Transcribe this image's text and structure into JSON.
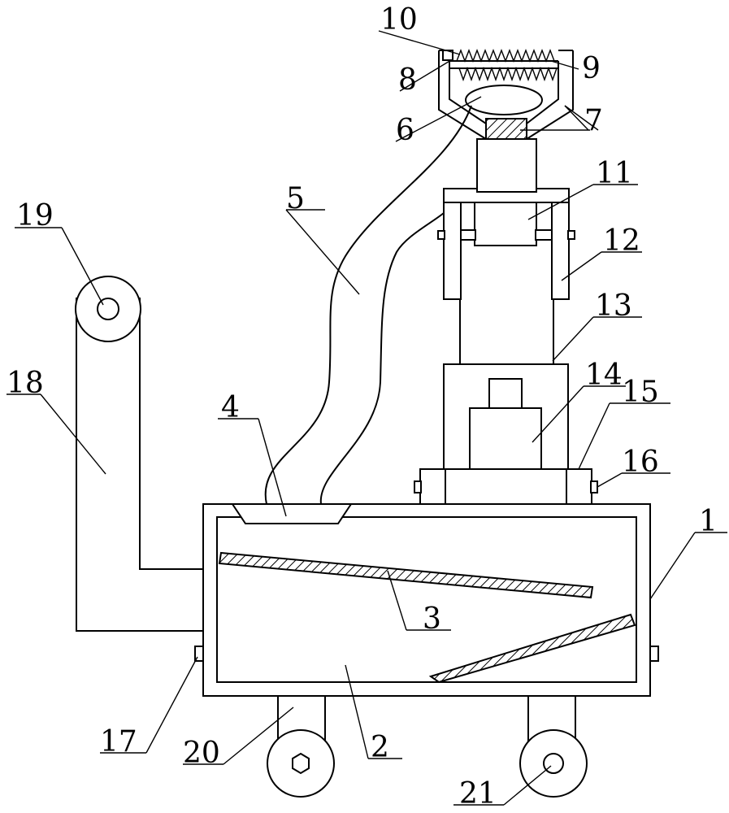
{
  "labels": {
    "n1": "1",
    "n2": "2",
    "n3": "3",
    "n4": "4",
    "n5": "5",
    "n6": "6",
    "n7": "7",
    "n8": "8",
    "n9": "9",
    "n10": "10",
    "n11": "11",
    "n12": "12",
    "n13": "13",
    "n14": "14",
    "n15": "15",
    "n16": "16",
    "n17": "17",
    "n18": "18",
    "n19": "19",
    "n20": "20",
    "n21": "21"
  },
  "colors": {
    "line": "#000000",
    "background": "#ffffff"
  }
}
